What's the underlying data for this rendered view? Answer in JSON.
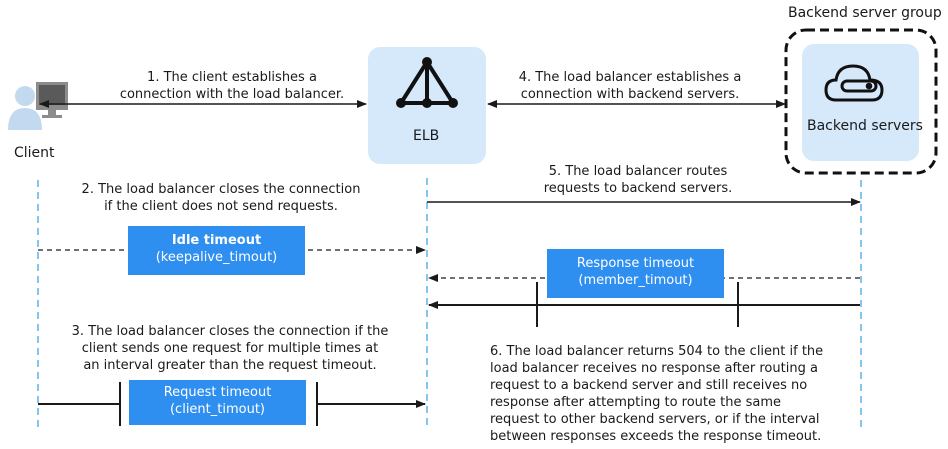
{
  "nodes": {
    "client_label": "Client",
    "elb_label": "ELB",
    "backend_group_label": "Backend server group",
    "backend_servers_label": "Backend servers"
  },
  "steps": {
    "step1": [
      "1. The client establishes a",
      "connection with the load balancer."
    ],
    "step2": [
      "2. The load balancer closes the connection",
      "if the client does not send requests."
    ],
    "step3": [
      "3. The load balancer closes the connection if the",
      "client sends one request for multiple times at",
      "an interval greater than the request timeout."
    ],
    "step4": [
      "4. The load balancer establishes a",
      "connection with backend servers."
    ],
    "step5": [
      "5. The load balancer routes",
      "requests to backend servers."
    ],
    "step6": [
      "6. The load balancer returns 504 to the client if the",
      "load balancer receives no response after routing a",
      "request to a backend server and still receives no",
      "response after attempting to route the same",
      "request to other backend servers, or if the interval",
      "between responses exceeds the response timeout."
    ]
  },
  "timeouts": {
    "idle": {
      "title": "Idle timeout",
      "param": "(keepalive_timout)"
    },
    "response": {
      "title": "Response timeout",
      "param": "(member_timout)"
    },
    "request": {
      "title": "Request timeout",
      "param": "(client_timout)"
    }
  },
  "colors": {
    "node_bg": "#d6e9fb",
    "timeout_box": "#2f8ff0",
    "lifeline": "#5ab4e8",
    "arrow": "#1a1a1a",
    "client_icon": "#c3d9f0"
  }
}
